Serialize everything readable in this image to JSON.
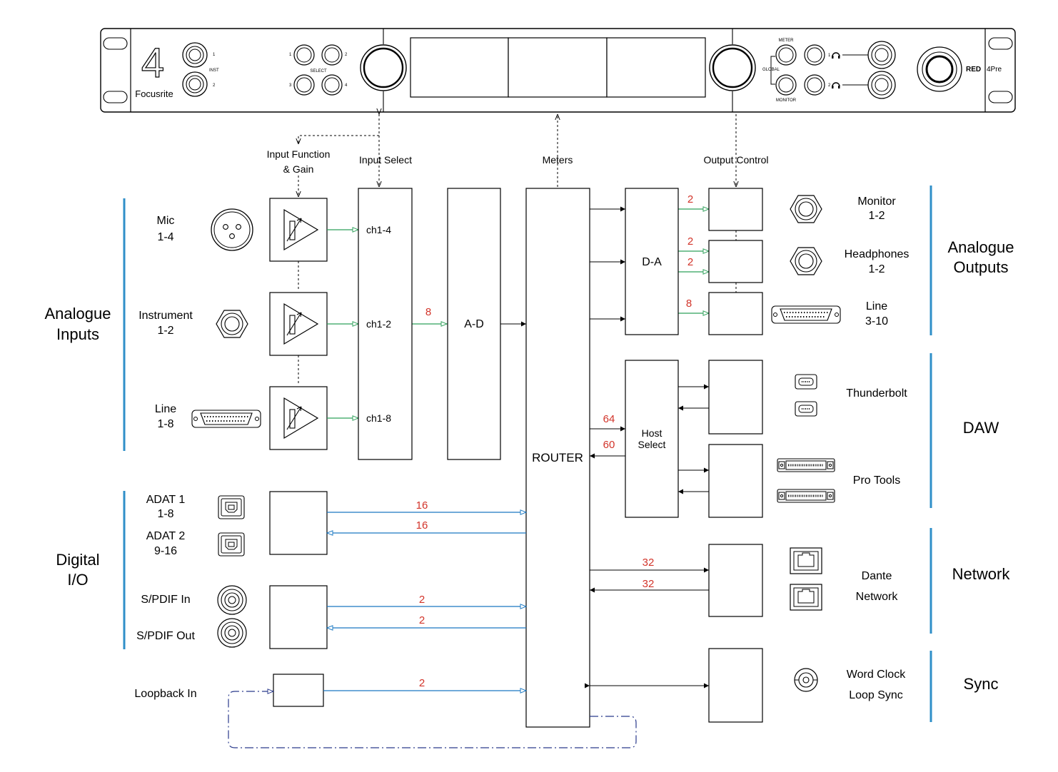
{
  "device": {
    "logo_number": "4",
    "brand": "Focusrite",
    "model_red": "RED",
    "model_4pre": "4Pre",
    "inst_label": "INST",
    "inst_1": "1",
    "inst_2": "2",
    "select_label": "SELECT",
    "sel_1": "1",
    "sel_2": "2",
    "sel_3": "3",
    "sel_4": "4",
    "meter_label": "METER",
    "global_label": "GLOBAL",
    "monitor_label": "MONITOR",
    "hp_1": "1",
    "hp_2": "2"
  },
  "controls": {
    "input_function": "Input Function",
    "and_gain": "& Gain",
    "input_select": "Input Select",
    "meters": "Meters",
    "output_control": "Output Control"
  },
  "sections": {
    "analogue_inputs_1": "Analogue",
    "analogue_inputs_2": "Inputs",
    "digital_io_1": "Digital",
    "digital_io_2": "I/O",
    "analogue_outputs_1": "Analogue",
    "analogue_outputs_2": "Outputs",
    "daw": "DAW",
    "network": "Network",
    "sync": "Sync"
  },
  "inputs": {
    "mic_1": "Mic",
    "mic_2": "1-4",
    "inst_1": "Instrument",
    "inst_2": "1-2",
    "line_1": "Line",
    "line_2": "1-8",
    "adat1_1": "ADAT 1",
    "adat1_2": "1-8",
    "adat2_1": "ADAT 2",
    "adat2_2": "9-16",
    "spdif_in": "S/PDIF In",
    "spdif_out": "S/PDIF Out",
    "loopback": "Loopback In"
  },
  "blocks": {
    "ch14": "ch1-4",
    "ch12": "ch1-2",
    "ch18": "ch1-8",
    "ad": "A-D",
    "router": "ROUTER",
    "da": "D-A",
    "host_1": "Host",
    "host_2": "Select"
  },
  "counts": {
    "ad_in": "8",
    "mon": "2",
    "hp_a": "2",
    "hp_b": "2",
    "line_out": "8",
    "host_out": "64",
    "host_in": "60",
    "adat_in": "16",
    "adat_out": "16",
    "spdif_in": "2",
    "spdif_out": "2",
    "loopback": "2",
    "dante_out": "32",
    "dante_in": "32"
  },
  "outputs": {
    "monitor_1": "Monitor",
    "monitor_2": "1-2",
    "hp_1": "Headphones",
    "hp_2": "1-2",
    "line_1": "Line",
    "line_2": "3-10",
    "thunderbolt": "Thunderbolt",
    "protools": "Pro Tools",
    "dante_1": "Dante",
    "dante_2": "Network",
    "wc_1": "Word Clock",
    "wc_2": "Loop Sync"
  },
  "colors": {
    "analog_signal": "#2fa05a",
    "digital_signal": "#1a78c2",
    "count_label": "#d2342a",
    "section_bar": "#2f8fc8",
    "loopback_path": "#2a3a8c"
  }
}
